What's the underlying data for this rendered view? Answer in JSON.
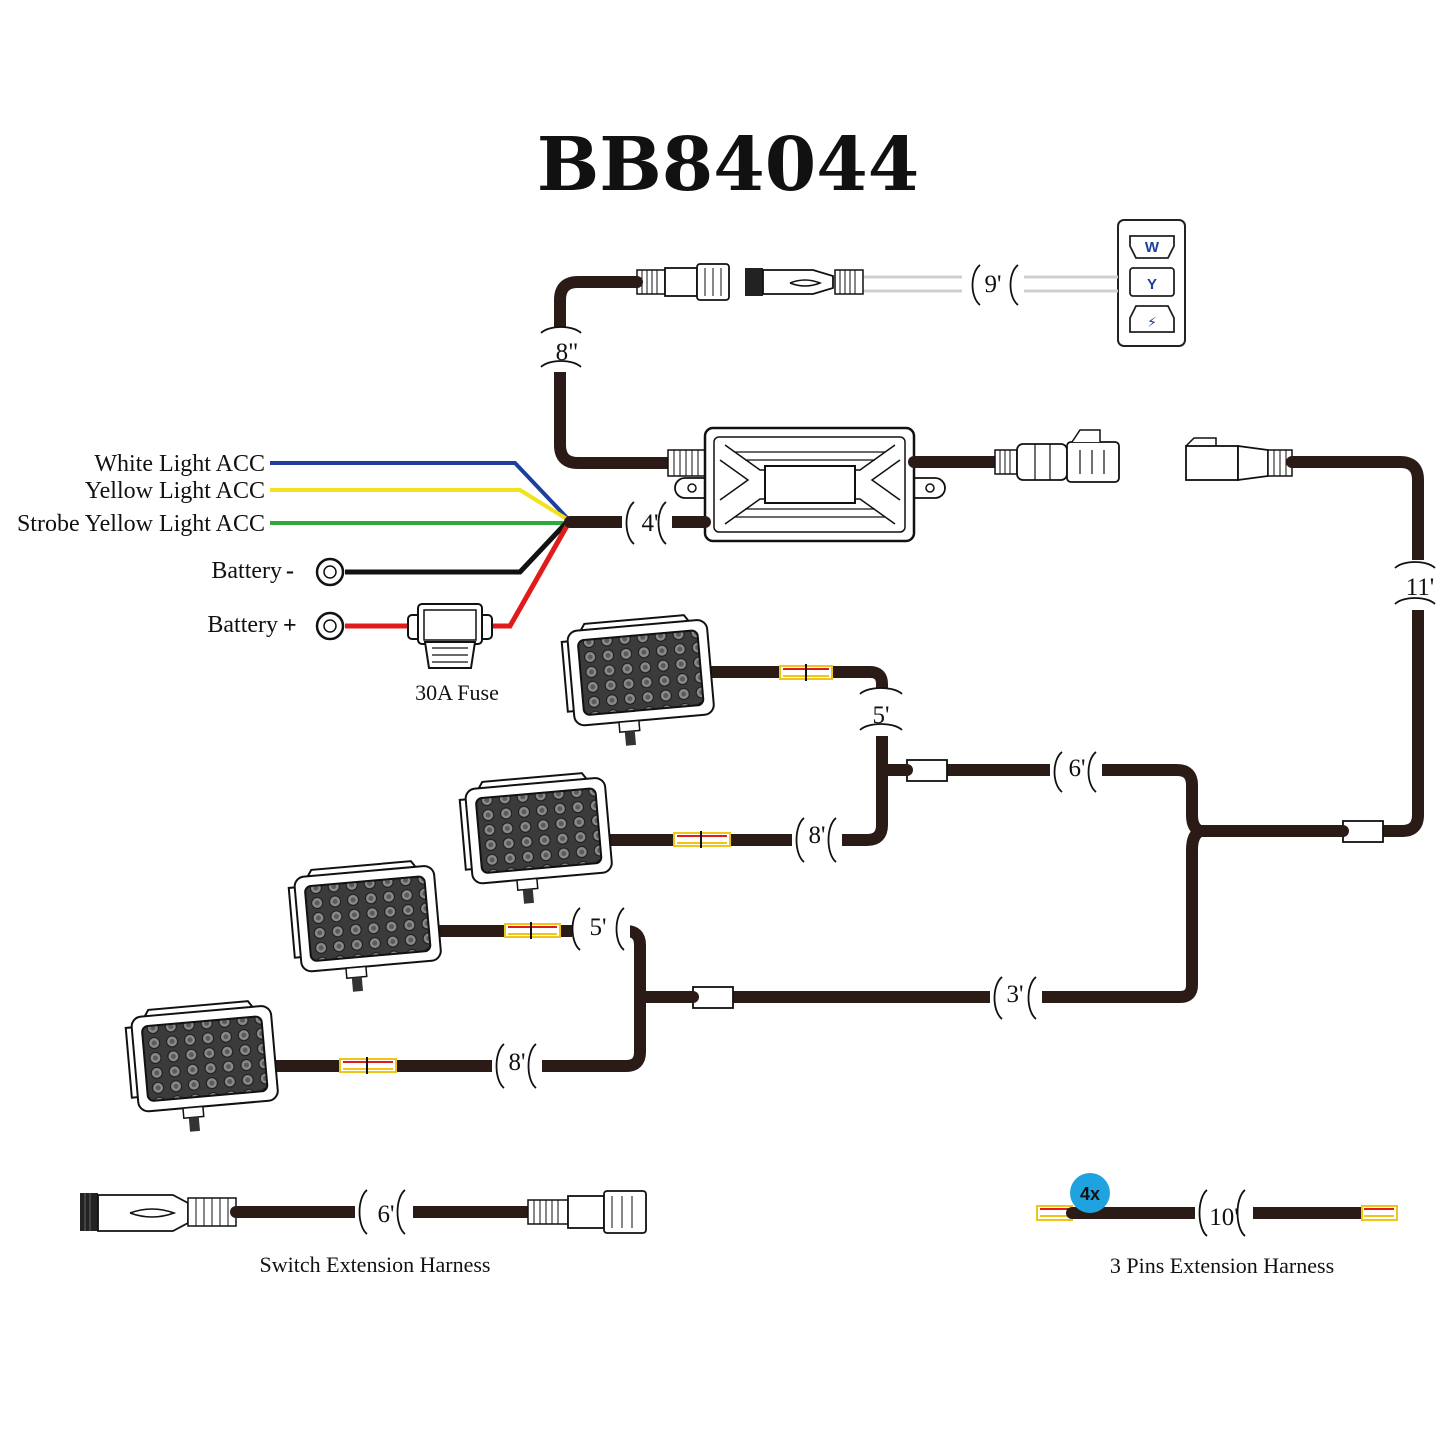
{
  "title": "BB84044",
  "switch_panel": {
    "buttons": [
      "W",
      "Y",
      "⚡"
    ],
    "icons": [
      "white-light-button",
      "yellow-light-button",
      "strobe-button"
    ]
  },
  "wire_labels": {
    "white": "White Light ACC",
    "yellow": "Yellow Light ACC",
    "strobe": "Strobe Yellow Light ACC",
    "battery_neg": "Battery",
    "battery_neg_sign": "-",
    "battery_pos": "Battery",
    "battery_pos_sign": "+",
    "fuse": "30A Fuse"
  },
  "wire_colors": {
    "white_acc": "#1c3f9e",
    "yellow_acc": "#f3e21b",
    "strobe_acc": "#2ea83a",
    "negative": "#111111",
    "positive": "#e11b1b",
    "cable": "#2a1b17",
    "accent_badge": "#1fa3e0"
  },
  "lengths": {
    "switch": "9'",
    "controller_up": "8\"",
    "controller_in": "4'",
    "main_right": "11'",
    "light1": "5'",
    "upper_trunk": "6'",
    "light2": "8'",
    "light3": "5'",
    "lower_trunk": "3'",
    "light4": "8'"
  },
  "extras": {
    "switch_ext_length": "6'",
    "switch_ext_caption": "Switch Extension Harness",
    "pin_ext_length": "10'",
    "pin_ext_caption": "3 Pins Extension Harness",
    "pin_ext_qty": "4x"
  }
}
